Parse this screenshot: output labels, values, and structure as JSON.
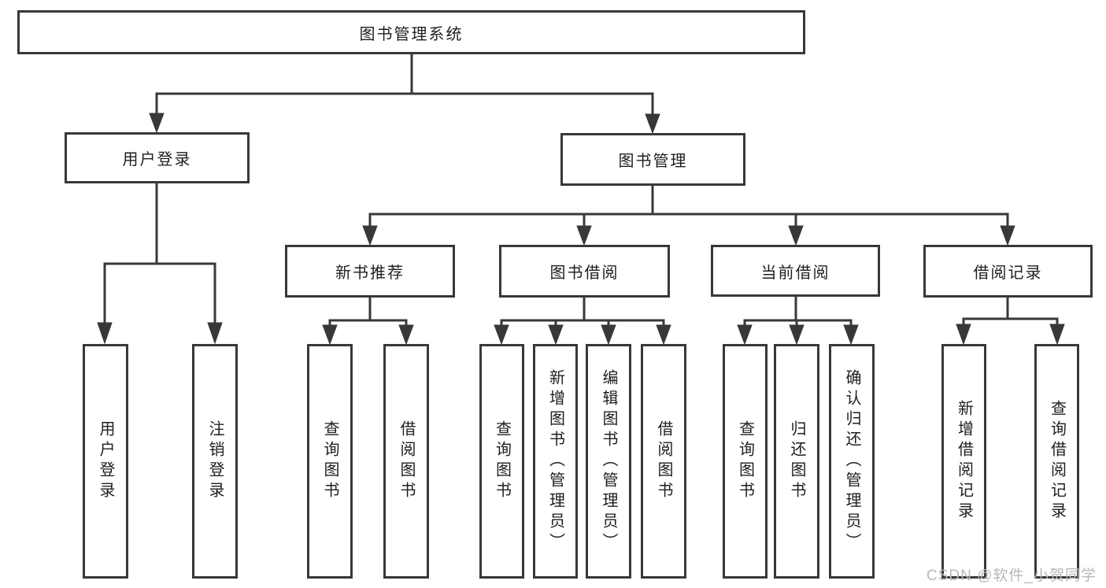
{
  "diagram_type": "function-structure-tree",
  "tree": {
    "label": "图书管理系统",
    "children": [
      {
        "label": "用户登录",
        "children": [
          {
            "label": "用户登录"
          },
          {
            "label": "注销登录"
          }
        ]
      },
      {
        "label": "图书管理",
        "children": [
          {
            "label": "新书推荐",
            "children": [
              {
                "label": "查询图书"
              },
              {
                "label": "借阅图书"
              }
            ]
          },
          {
            "label": "图书借阅",
            "children": [
              {
                "label": "查询图书"
              },
              {
                "label": "新增图书（管理员）"
              },
              {
                "label": "编辑图书（管理员）"
              },
              {
                "label": "借阅图书"
              }
            ]
          },
          {
            "label": "当前借阅",
            "children": [
              {
                "label": "查询图书"
              },
              {
                "label": "归还图书"
              },
              {
                "label": "确认归还（管理员）"
              }
            ]
          },
          {
            "label": "借阅记录",
            "children": [
              {
                "label": "新增借阅记录"
              },
              {
                "label": "查询借阅记录"
              }
            ]
          }
        ]
      }
    ]
  },
  "watermark": {
    "text": "CSDN @软件_小贺同学"
  },
  "colors": {
    "line": "#383838",
    "box_border": "#383838",
    "box_fill": "#ffffff",
    "text": "#1e1e1e",
    "watermark": "#b8b8b8",
    "background": "#ffffff"
  }
}
